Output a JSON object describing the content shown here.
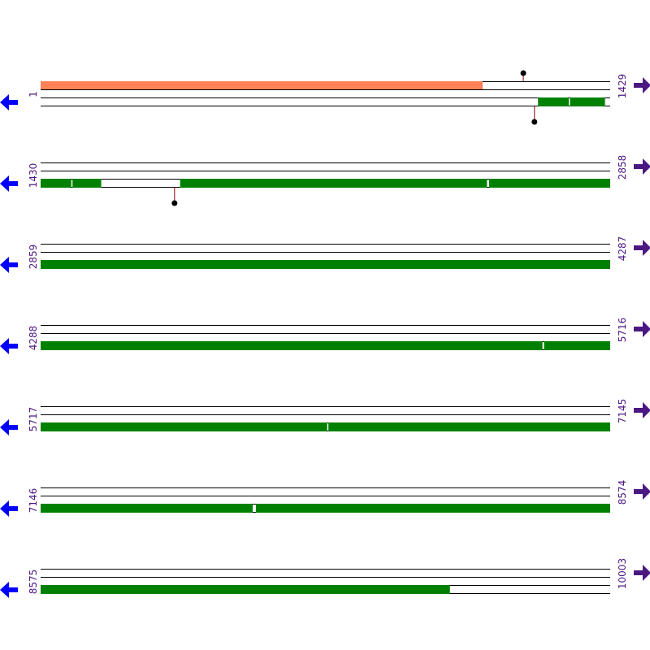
{
  "colors": {
    "strand_line": "#000000",
    "forward_feature": "#ff8157",
    "reverse_feature": "#008000",
    "gap": "#ffffff",
    "marker_stem": "#8b0000",
    "marker_dot": "#000000",
    "forward_arrow": "#4b1882",
    "reverse_arrow": "#0000ff",
    "position_label": "#4b1882"
  },
  "icons": {
    "forward_strand": "arrow-right-icon",
    "reverse_strand": "arrow-left-icon",
    "marker": "lollipop-marker-icon"
  },
  "sequence": {
    "start": 1,
    "end": 10003
  },
  "rows": [
    {
      "start": 1,
      "end": 1429,
      "start_label": "1",
      "end_label": "1429",
      "forward_blocks": [
        {
          "from": 1,
          "to": 1109
        }
      ],
      "reverse_blocks": [
        {
          "from": 1249,
          "to": 1325
        },
        {
          "from": 1329,
          "to": 1416
        }
      ],
      "forward_markers": [
        1212
      ],
      "reverse_markers": [
        1240
      ]
    },
    {
      "start": 1430,
      "end": 2858,
      "start_label": "1430",
      "end_label": "2858",
      "forward_blocks": [],
      "reverse_blocks": [
        {
          "from": 1430,
          "to": 1506
        },
        {
          "from": 1510,
          "to": 1581
        },
        {
          "from": 1780,
          "to": 2549
        },
        {
          "from": 2555,
          "to": 2858
        }
      ],
      "forward_markers": [],
      "reverse_markers": [
        1766
      ]
    },
    {
      "start": 2859,
      "end": 4287,
      "start_label": "2859",
      "end_label": "4287",
      "forward_blocks": [],
      "reverse_blocks": [
        {
          "from": 2859,
          "to": 4287
        }
      ],
      "forward_markers": [],
      "reverse_markers": []
    },
    {
      "start": 4288,
      "end": 5716,
      "start_label": "4288",
      "end_label": "5716",
      "forward_blocks": [],
      "reverse_blocks": [
        {
          "from": 4288,
          "to": 5546
        },
        {
          "from": 5551,
          "to": 5716
        }
      ],
      "forward_markers": [],
      "reverse_markers": []
    },
    {
      "start": 5717,
      "end": 7145,
      "start_label": "5717",
      "end_label": "7145",
      "forward_blocks": [],
      "reverse_blocks": [
        {
          "from": 5717,
          "to": 6435
        },
        {
          "from": 6439,
          "to": 7145
        }
      ],
      "forward_markers": [],
      "reverse_markers": []
    },
    {
      "start": 7146,
      "end": 8574,
      "start_label": "7146",
      "end_label": "8574",
      "forward_blocks": [],
      "reverse_blocks": [
        {
          "from": 7146,
          "to": 7677
        },
        {
          "from": 7686,
          "to": 8574
        }
      ],
      "forward_markers": [],
      "reverse_markers": []
    },
    {
      "start": 8575,
      "end": 10003,
      "start_label": "8575",
      "end_label": "10003",
      "forward_blocks": [],
      "reverse_blocks": [
        {
          "from": 8575,
          "to": 9601
        }
      ],
      "forward_markers": [],
      "reverse_markers": []
    }
  ]
}
